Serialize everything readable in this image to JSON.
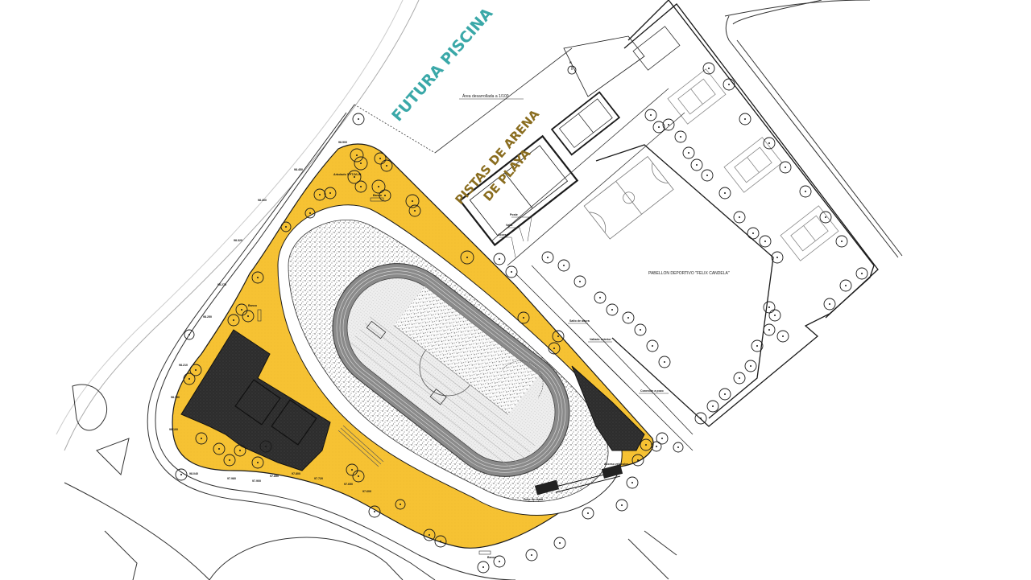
{
  "drawing": {
    "type": "site-plan",
    "labels": {
      "future_pool": "FUTURA PISCINA",
      "beach_courts_line1": "PISTAS DE ARENA",
      "beach_courts_line2": "DE PLAYA",
      "pavilion": "PABELLON DEPORTIVO \"FELIX CANDELA\"",
      "developed_area": "Área desarrollada a 1/100",
      "north_mark": "N",
      "bench": "Banco",
      "pole": "Poste",
      "gate": "Acceso",
      "fence": "Valla",
      "perimeter_fence": "Vallado perimetral",
      "high_jump": "Salto de altura",
      "exterior_fence": "Vallado exterior",
      "connection": "Conexión a pozo",
      "access_gate": "Acceso vehículos",
      "planting": "Arbolado 3 PT.D/LIN",
      "landing_pit": "Foso de caída"
    },
    "colors": {
      "future_pool_text": "#3aa8a8",
      "beach_courts_text": "#8a6d1f",
      "landscape_fill": "#f6c233",
      "building_fill": "#2f2f2f",
      "line": "#1a1a1a",
      "gravel": "#bdbdbd"
    },
    "elevations": [
      "98.500",
      "98.450",
      "98.400",
      "98.320",
      "98.275",
      "98.250",
      "98.210",
      "98.150",
      "98.100",
      "98.040",
      "97.980",
      "97.900",
      "97.850",
      "97.800",
      "97.720",
      "97.650",
      "97.600"
    ]
  }
}
